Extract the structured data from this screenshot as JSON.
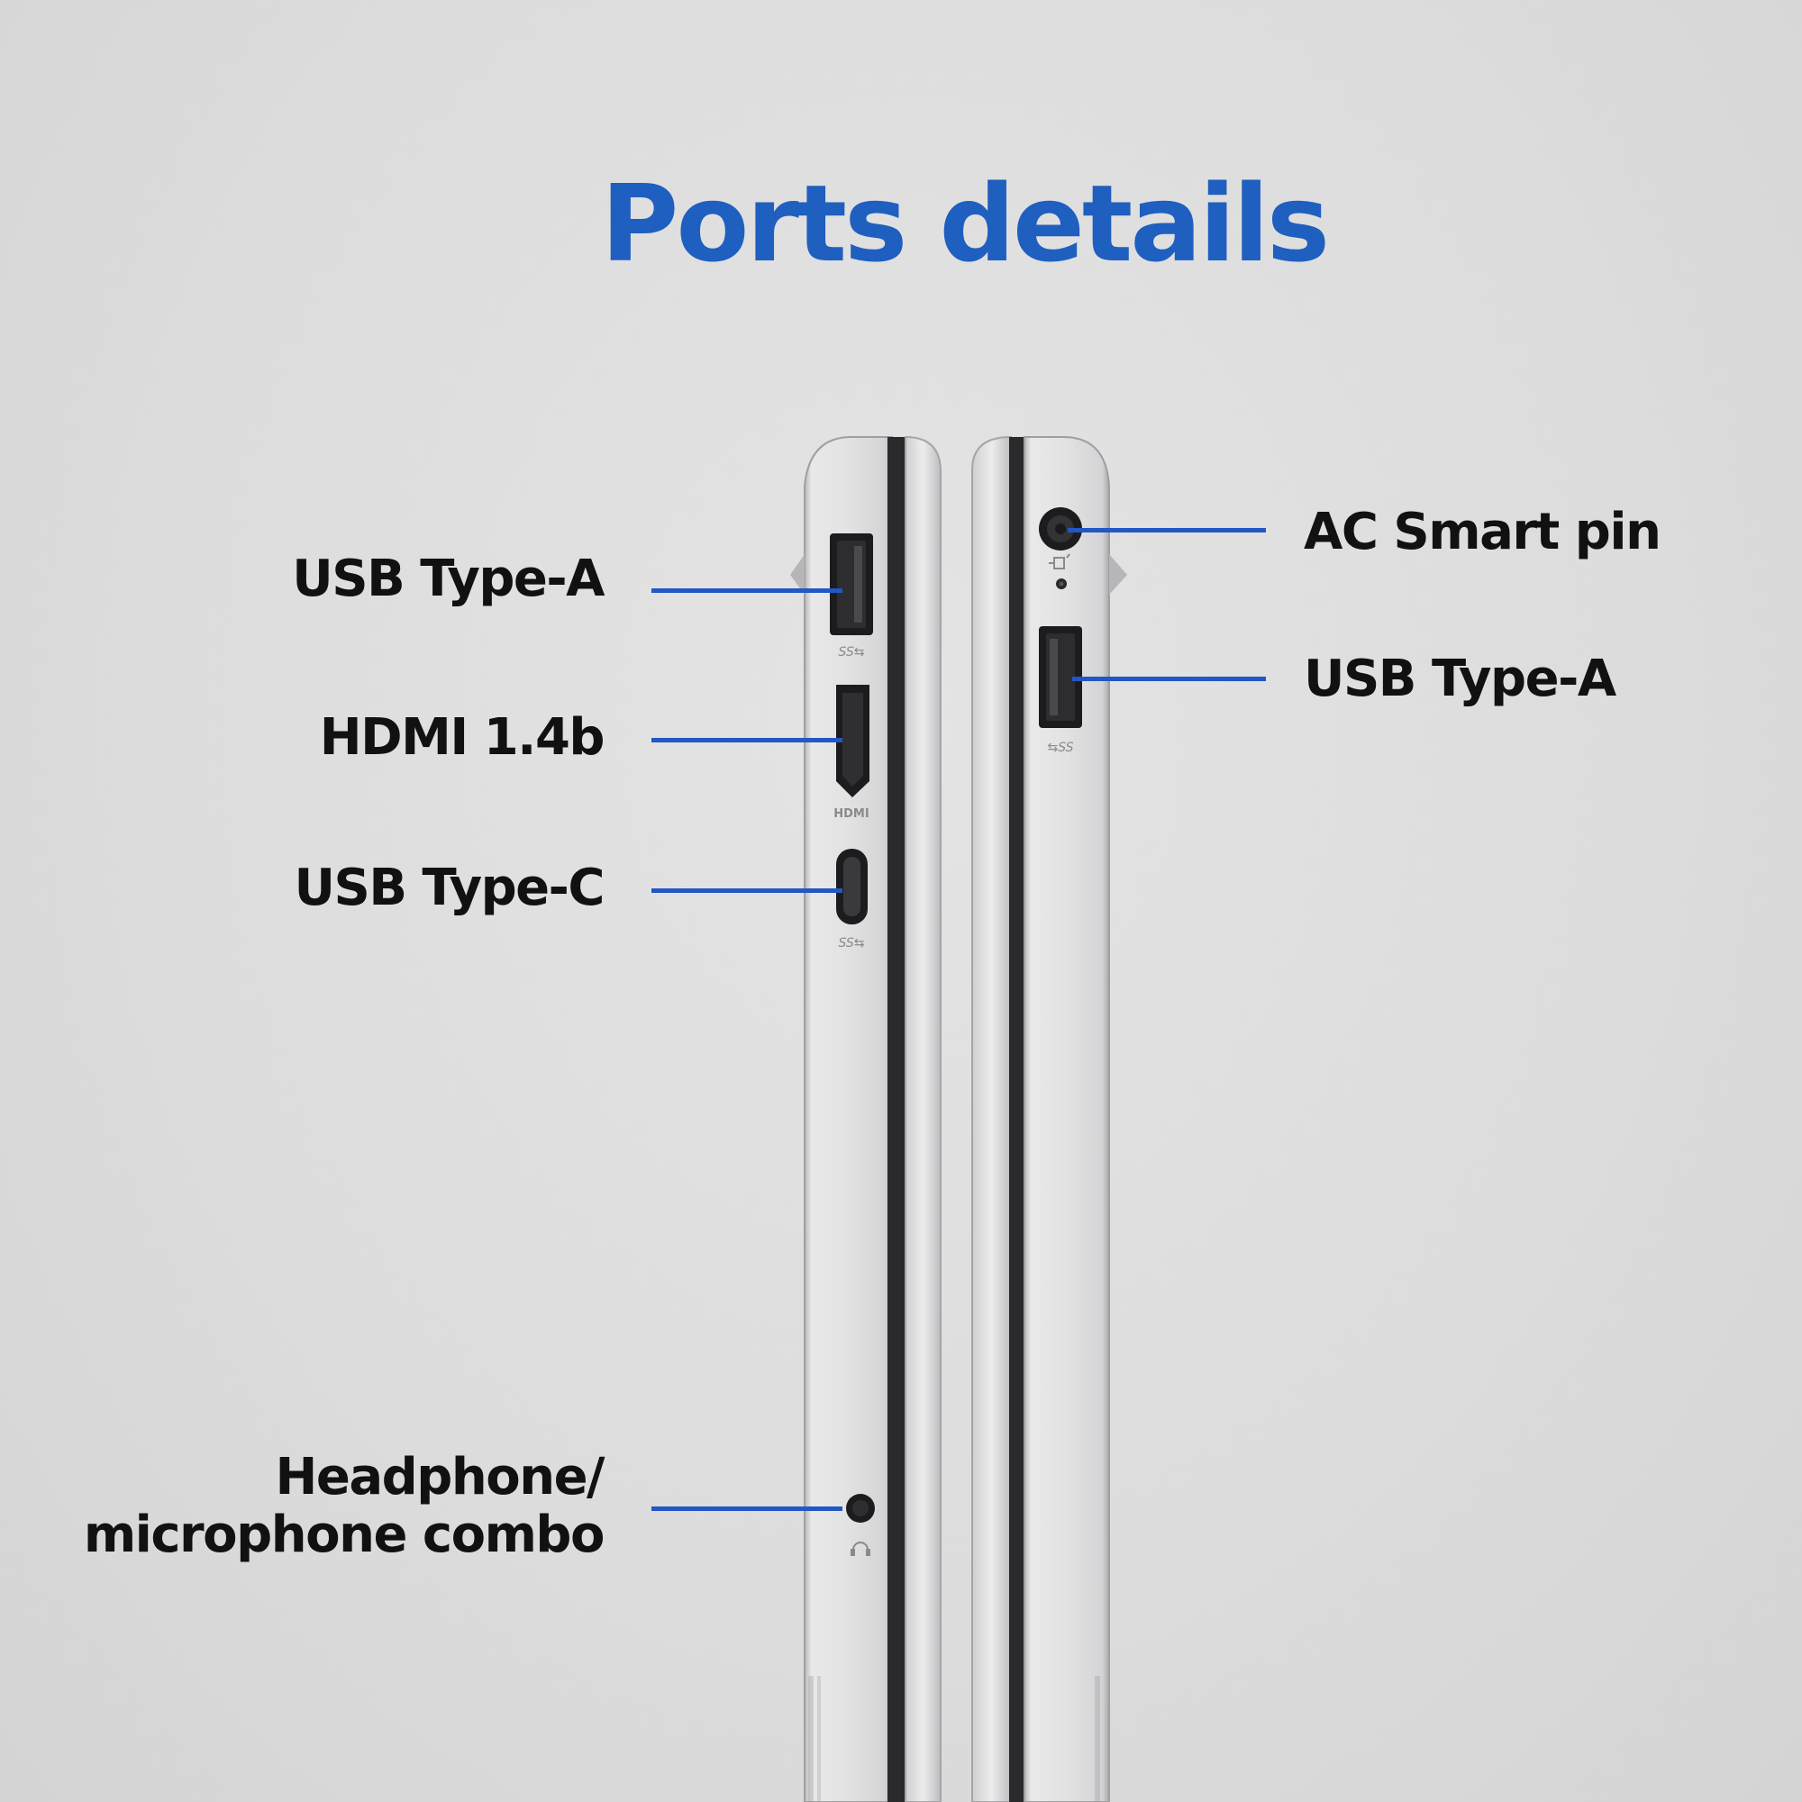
{
  "title": "Ports details",
  "colors": {
    "accent": "#1f5fbf",
    "leader_line": "#2257c4",
    "text": "#111111",
    "background": "#dedede"
  },
  "labels": {
    "left": [
      {
        "text": "USB Type-A"
      },
      {
        "text": "HDMI 1.4b"
      },
      {
        "text": "USB Type-C"
      },
      {
        "text": "Headphone/",
        "line2": "microphone combo"
      }
    ],
    "right": [
      {
        "text": "AC Smart pin"
      },
      {
        "text": "USB Type-A"
      }
    ]
  },
  "port_markings": {
    "usb_a_left": "SS⇆",
    "hdmi": "HDMI",
    "usb_c": "SS⇆",
    "usb_a_right": "⇆SS"
  },
  "icons": [
    "usb-a-port-icon",
    "hdmi-port-icon",
    "usb-c-port-icon",
    "audio-jack-icon",
    "ac-power-jack-icon",
    "power-led-icon",
    "headset-symbol-icon",
    "power-symbol-icon"
  ]
}
